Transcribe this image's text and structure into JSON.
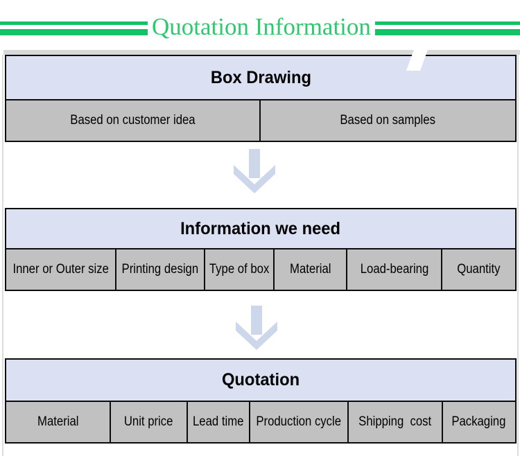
{
  "title": "Quotation Information",
  "colors": {
    "line_green": "#13c167",
    "title_green": "#2cc96d",
    "header_bg": "#dbe1f3",
    "cell_bg": "#c1c1c1",
    "arrow": "#cdd7ec",
    "border": "#0c0c0c"
  },
  "icons": {
    "flow_arrow": "down-arrow"
  },
  "steps": [
    {
      "title": "Box Drawing",
      "cells": [
        "Based on customer idea",
        "Based on samples"
      ]
    },
    {
      "title": "Information we need",
      "cells": [
        "Inner or Outer size",
        "Printing design",
        "Type of box",
        "Material",
        "Load-bearing",
        "Quantity"
      ]
    },
    {
      "title": "Quotation",
      "cells": [
        "Material",
        "Unit price",
        "Lead time",
        "Production cycle",
        "Shipping  cost",
        "Packaging"
      ]
    }
  ]
}
